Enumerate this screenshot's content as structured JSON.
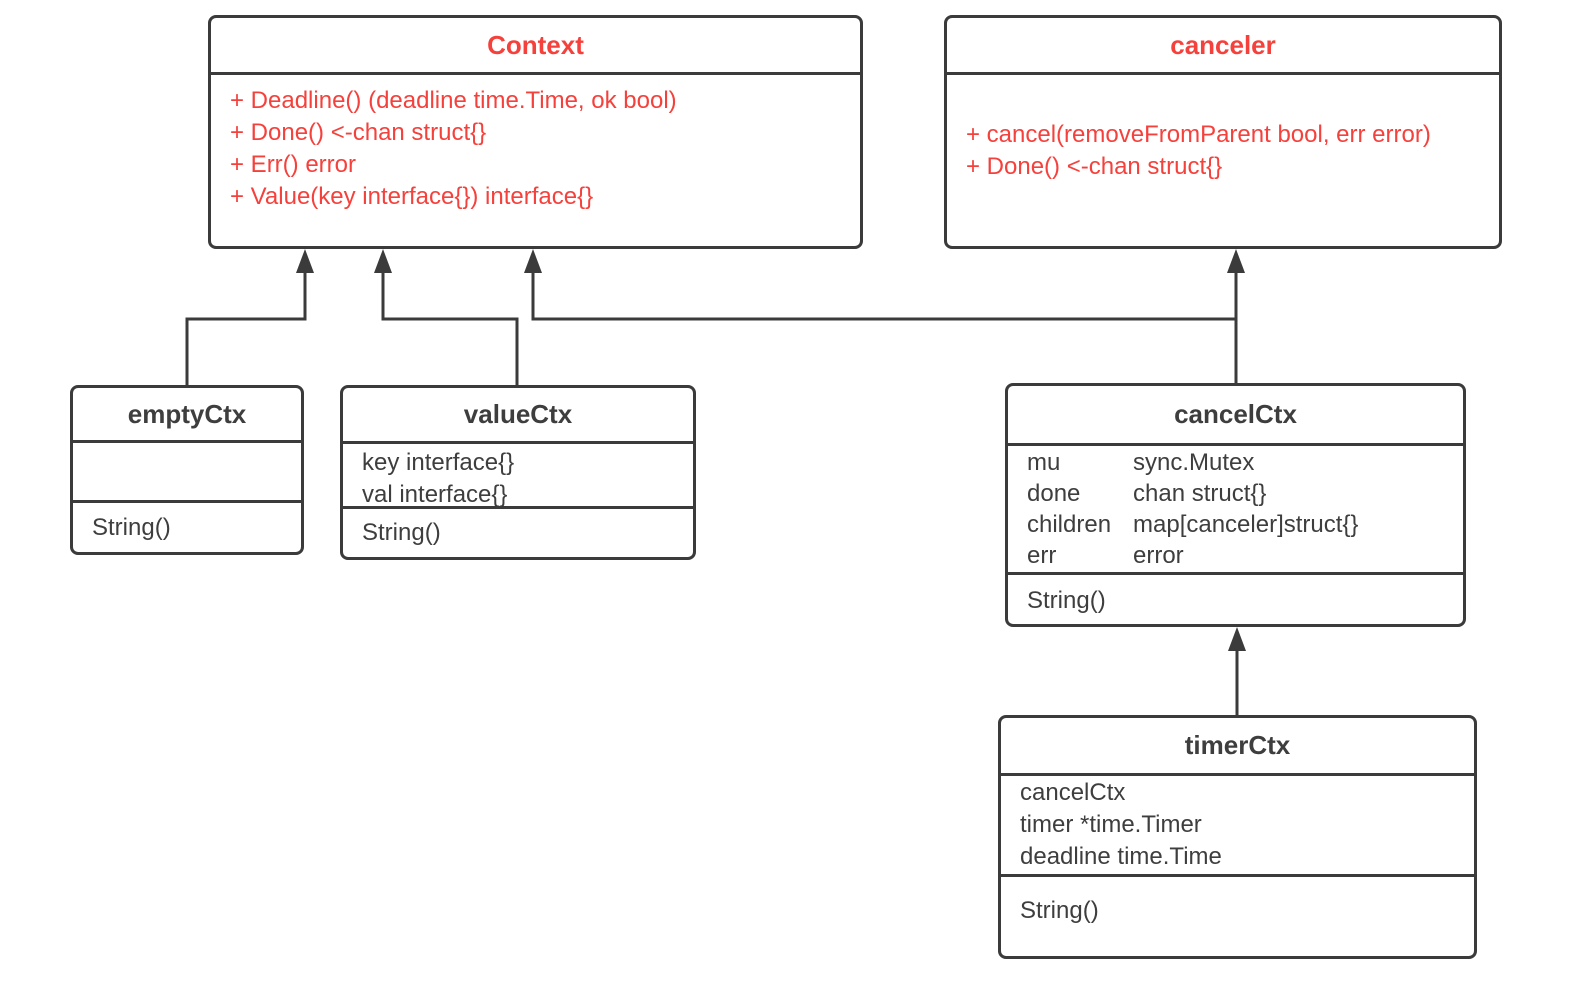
{
  "colors": {
    "interface_text": "#f5413c",
    "class_text": "#3e3e3e",
    "line": "#3b3b3b",
    "background": "#ffffff"
  },
  "classes": {
    "context": {
      "title": "Context",
      "kind": "interface",
      "methods": [
        "+ Deadline() (deadline time.Time, ok bool)",
        "+ Done() <-chan struct{}",
        "+ Err() error",
        "+ Value(key interface{}) interface{}"
      ]
    },
    "canceler": {
      "title": "canceler",
      "kind": "interface",
      "methods": [
        "+ cancel(removeFromParent bool, err error)",
        "+ Done() <-chan struct{}"
      ]
    },
    "emptyCtx": {
      "title": "emptyCtx",
      "kind": "class",
      "fields": [],
      "methods": [
        "String()"
      ]
    },
    "valueCtx": {
      "title": "valueCtx",
      "kind": "class",
      "fields": [
        "key interface{}",
        "val interface{}"
      ],
      "methods": [
        "String()"
      ]
    },
    "cancelCtx": {
      "title": "cancelCtx",
      "kind": "class",
      "fields": [
        {
          "name": "mu",
          "type": "sync.Mutex"
        },
        {
          "name": "done",
          "type": "chan struct{}"
        },
        {
          "name": "children",
          "type": "map[canceler]struct{}"
        },
        {
          "name": "err",
          "type": "error"
        }
      ],
      "methods": [
        "String()"
      ]
    },
    "timerCtx": {
      "title": "timerCtx",
      "kind": "class",
      "fields": [
        "cancelCtx",
        "timer *time.Timer",
        "deadline time.Time"
      ],
      "methods": [
        "String()"
      ]
    }
  },
  "relations": [
    {
      "from": "emptyCtx",
      "to": "Context",
      "arrow": "filled-triangle",
      "line": "solid"
    },
    {
      "from": "valueCtx",
      "to": "Context",
      "arrow": "filled-triangle",
      "line": "solid"
    },
    {
      "from": "cancelCtx",
      "to": "Context",
      "arrow": "filled-triangle",
      "line": "solid"
    },
    {
      "from": "cancelCtx",
      "to": "canceler",
      "arrow": "filled-triangle",
      "line": "solid"
    },
    {
      "from": "timerCtx",
      "to": "cancelCtx",
      "arrow": "filled-triangle",
      "line": "solid"
    }
  ]
}
